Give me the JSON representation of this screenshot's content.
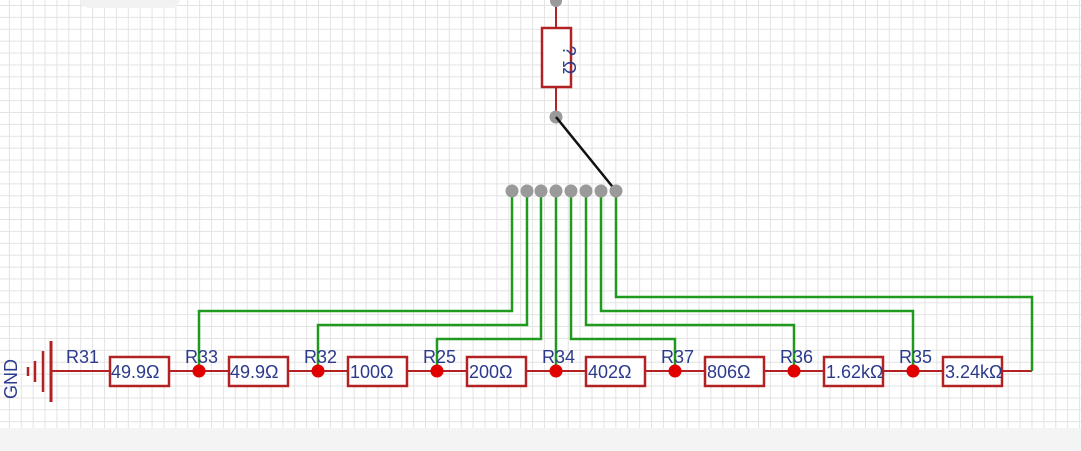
{
  "ground": {
    "label": "GND"
  },
  "top_resistor": {
    "value": "? Ω"
  },
  "resistors": [
    {
      "name": "R31",
      "value": "49.9Ω"
    },
    {
      "name": "R33",
      "value": "49.9Ω"
    },
    {
      "name": "R32",
      "value": "100Ω"
    },
    {
      "name": "R25",
      "value": "200Ω"
    },
    {
      "name": "R34",
      "value": "402Ω"
    },
    {
      "name": "R37",
      "value": "806Ω"
    },
    {
      "name": "R36",
      "value": "1.62kΩ"
    },
    {
      "name": "R35",
      "value": "3.24kΩ"
    }
  ],
  "colors": {
    "wire_red": "#b22222",
    "wire_green": "#1f9a1f",
    "wire_black": "#111111",
    "junction": "#e00000",
    "pin": "#9a9a9a",
    "text": "#2b3a8c"
  }
}
